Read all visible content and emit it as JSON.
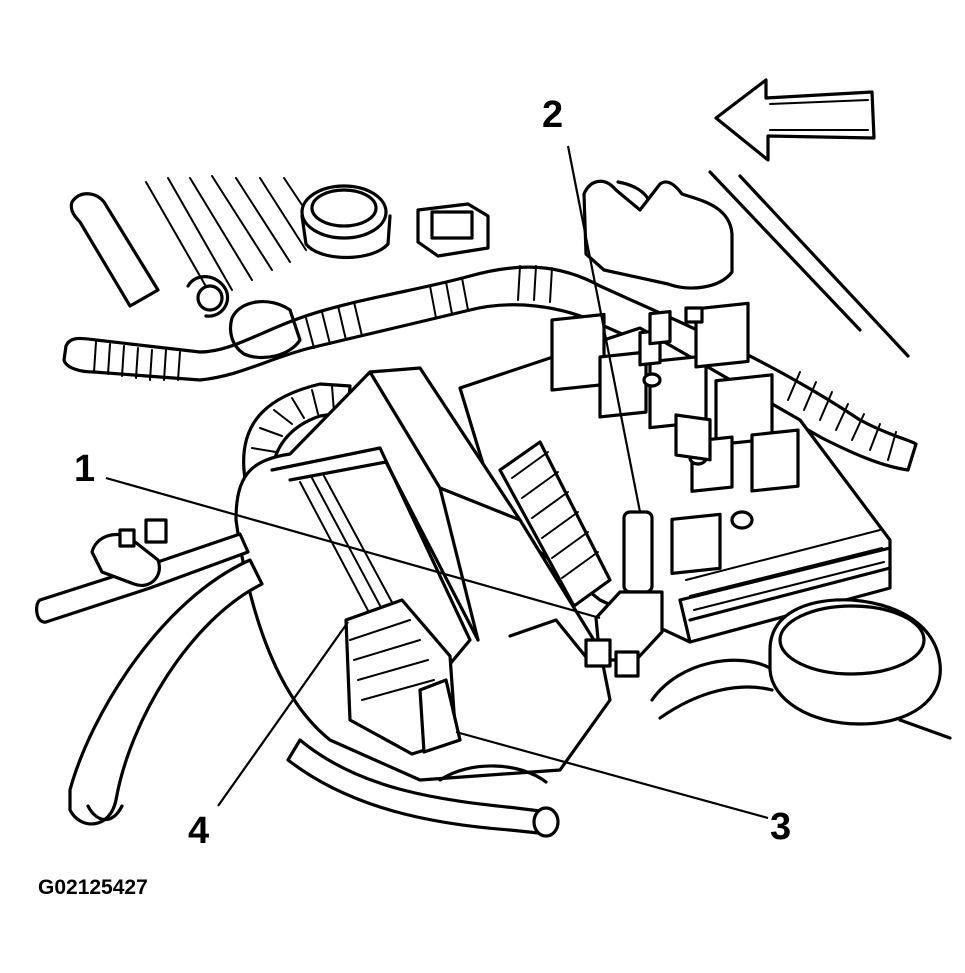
{
  "figure": {
    "callouts": [
      {
        "id": "1",
        "label": "1"
      },
      {
        "id": "2",
        "label": "2"
      },
      {
        "id": "3",
        "label": "3"
      },
      {
        "id": "4",
        "label": "4"
      }
    ],
    "figure_id": "G02125427",
    "direction_arrow": "arrow-left-icon"
  }
}
